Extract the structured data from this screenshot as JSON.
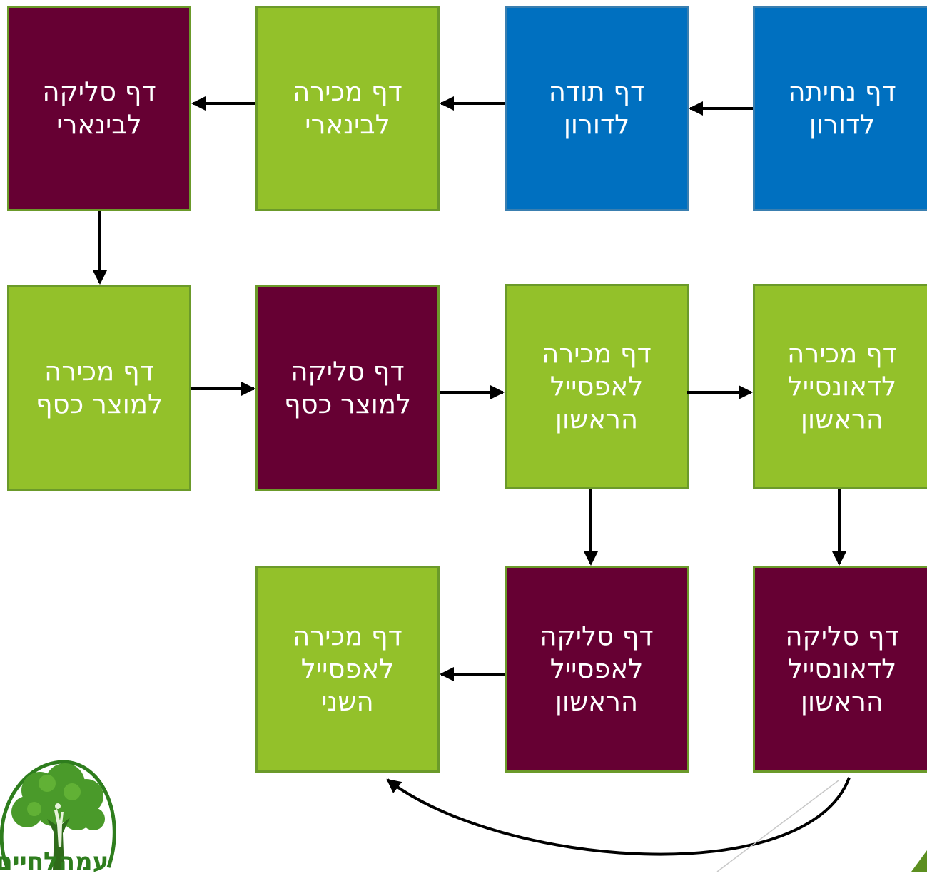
{
  "boxes": {
    "r1c4": "דף נחיתה\nלדורון",
    "r1c3": "דף תודה\nלדורון",
    "r1c2": "דף מכירה\nלבינארי",
    "r1c1": "דף סליקה\nלבינארי",
    "r2c1": "דף מכירה\nלמוצר כסף",
    "r2c2": "דף סליקה\nלמוצר כסף",
    "r2c3": "דף מכירה\nלאפסייל\nהראשון",
    "r2c4": "דף מכירה\nלדאונסייל\nהראשון",
    "r3c4": "דף סליקה\nלדאונסייל\nהראשון",
    "r3c3": "דף סליקה\nלאפסייל\nהראשון",
    "r3c2": "דף מכירה\nלאפסייל\nהשני"
  },
  "logo": {
    "text": "עמהלחיים"
  },
  "colors": {
    "blue": "#0070c0",
    "green": "#93c12a",
    "maroon": "#660033",
    "arrow": "#000000"
  }
}
